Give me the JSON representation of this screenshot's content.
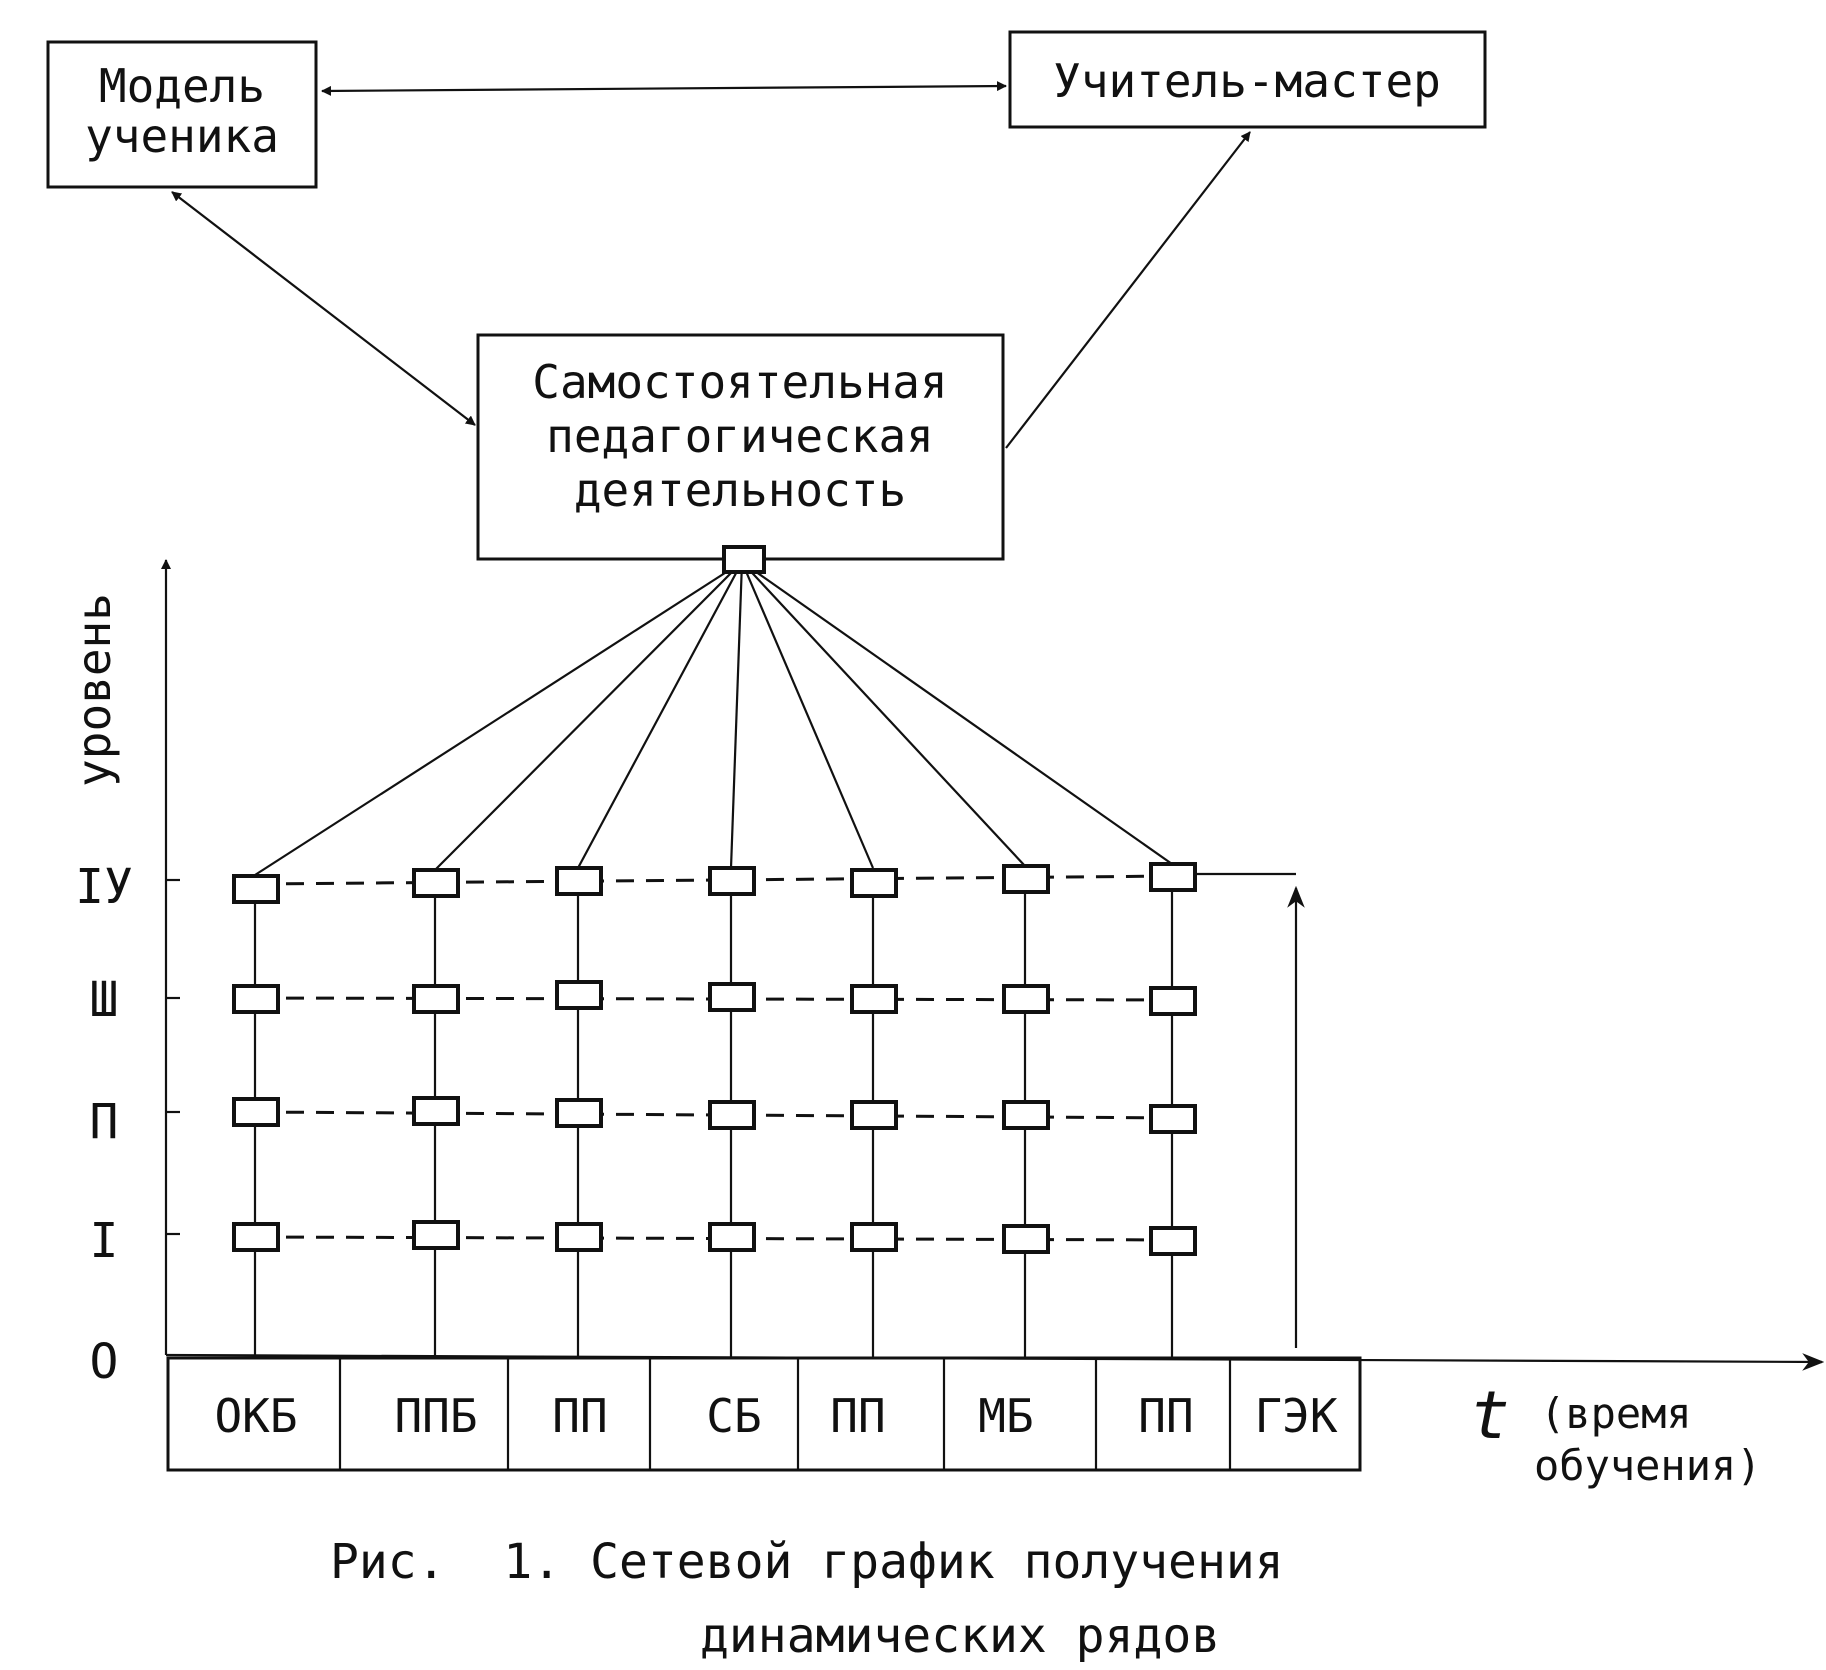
{
  "boxes": {
    "student_model": [
      "Модель",
      "ученика"
    ],
    "master_teacher": "Учитель-мастер",
    "independent_activity": [
      "Самостоятельная",
      "педагогическая",
      "деятельность"
    ]
  },
  "axes": {
    "y_label": "уровень",
    "x_label_symbol": "t",
    "x_label_text": [
      "(время",
      "обучения)"
    ]
  },
  "levels": [
    "IУ",
    "Ш",
    "П",
    "I",
    "O"
  ],
  "stages": [
    "ОКБ",
    "ППБ",
    "ПП",
    "СБ",
    "ПП",
    "МБ",
    "ПП",
    "ГЭК"
  ],
  "caption": [
    "Рис.  1. Сетевой график получения",
    "динамических рядов"
  ]
}
